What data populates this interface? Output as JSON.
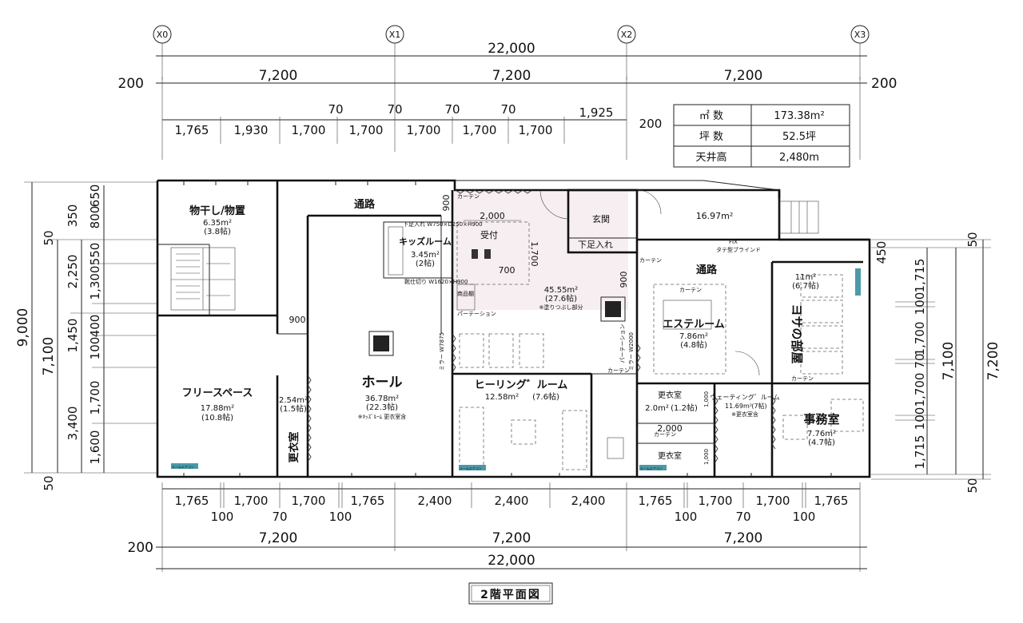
{
  "drawing_title": "2階平面図",
  "axes": [
    "X0",
    "X1",
    "X2",
    "X3"
  ],
  "top_dims": {
    "total": "22,000",
    "edge_left": "200",
    "edge_right": "200",
    "bays": [
      "7,200",
      "7,200",
      "7,200"
    ],
    "gaps": [
      "70",
      "70",
      "70",
      "70"
    ],
    "segments": [
      "1,765",
      "1,930",
      "1,700",
      "1,700",
      "1,700",
      "1,700",
      "1,700"
    ],
    "seg_right": "1,925",
    "seg_right_offset": "200"
  },
  "bottom_dims": {
    "segments": [
      "1,765",
      "1,700",
      "1,700",
      "1,765",
      "2,400",
      "2,400",
      "2,400",
      "1,765",
      "1,700",
      "1,700",
      "1,765"
    ],
    "gaps": [
      "100",
      "70",
      "100",
      "100",
      "70",
      "100"
    ],
    "bays": [
      "7,200",
      "7,200",
      "7,200"
    ],
    "edge": "200",
    "total": "22,000"
  },
  "left_dims": {
    "total": "9,000",
    "inner": "7,100",
    "top_a": "650",
    "top_b": "800",
    "top_c": "350",
    "edge_top": "50",
    "col1": [
      "550",
      "1,300",
      "400",
      "100",
      "1,700",
      "1,600"
    ],
    "col2": [
      "2,250",
      "1,450",
      "3,400"
    ],
    "edge_bottom": "50"
  },
  "right_dims": {
    "edge_top": "50",
    "offset": "450",
    "segments": [
      "1,715",
      "100",
      "1,700",
      "70",
      "1,700",
      "100",
      "1,715"
    ],
    "inner": "7,100",
    "total": "7,200",
    "edge_bottom": "50"
  },
  "summary_table": [
    {
      "label": "㎡ 数",
      "value": "173.38m²"
    },
    {
      "label": "坪 数",
      "value": "52.5坪"
    },
    {
      "label": "天井高",
      "value": "2,480m"
    }
  ],
  "rooms": {
    "monohoshi": {
      "name": "物干し/物置",
      "area": "6.35m²",
      "tsubo": "(3.8帖)"
    },
    "tsuro_top": {
      "name": "通路"
    },
    "free_space": {
      "name": "フリースペース",
      "area": "17.88m²",
      "tsubo": "(10.8帖)"
    },
    "kouishitsu_left": {
      "name": "更衣室",
      "area": "2.54m²",
      "tsubo": "(1.5帖)"
    },
    "hall": {
      "name": "ホール",
      "area": "36.78m²",
      "tsubo": "(22.3帖)",
      "note": "※ｷｯｽﾞﾙｰﾑ 更衣室含"
    },
    "kids": {
      "name": "キッズルーム",
      "area": "3.45m²",
      "tsubo": "(2帖)"
    },
    "reception": {
      "name": "受付",
      "area": "45.55m²",
      "tsubo": "(27.6帖)",
      "note": "※塗りつぶし部分"
    },
    "genkan": {
      "name": "玄関",
      "shoes": "下足入れ"
    },
    "balcony": {
      "area": "16.97m²"
    },
    "tsuro_right": {
      "name": "通路"
    },
    "yosa": {
      "name": "ヨサの部屋",
      "area": "11m²",
      "tsubo": "(6.7帖)"
    },
    "esthe": {
      "name": "エステルーム",
      "area": "7.86m²",
      "tsubo": "(4.8帖)"
    },
    "healing": {
      "name": "ヒーリング゛ルーム",
      "area": "12.58m²",
      "tsubo": "(7.6帖)"
    },
    "kouishitsu_r1": {
      "name": "更衣室",
      "area": "2.0m²",
      "tsubo": "(1.2帖)"
    },
    "kouishitsu_r2": {
      "name": "更衣室"
    },
    "waiting": {
      "name": "ウェーティング゛ルーム",
      "area": "11.69m²",
      "tsubo": "(7帖)",
      "note": "※更衣室含"
    },
    "office": {
      "name": "事務室",
      "area": "7.76m²",
      "tsubo": "(4.7帖)"
    }
  },
  "annotations": {
    "curtain": "カーテン",
    "partition": "パーテーション",
    "mirror_w7875": "ミラー W7875",
    "mirror_w2000": "ミラー W2000",
    "partition_v": "パーテーション",
    "shelf": "商品棚",
    "fix": "FIX",
    "blind": "タテ型ブラインド",
    "dims_2000_top": "2,000",
    "dims_1700": "1,700",
    "dims_700": "700",
    "dims_900_a": "900",
    "dims_900_b": "900",
    "dims_900_c": "900",
    "dims_2000_mid": "2,000",
    "dims_1000_a": "1,000",
    "dims_1000_b": "1,000",
    "shoe_box_top": "下足入れ W750×D250×H900",
    "shoe_box_bottom": "靴仕切り W1620×H900",
    "room_aircon": "ルームエアコン"
  }
}
